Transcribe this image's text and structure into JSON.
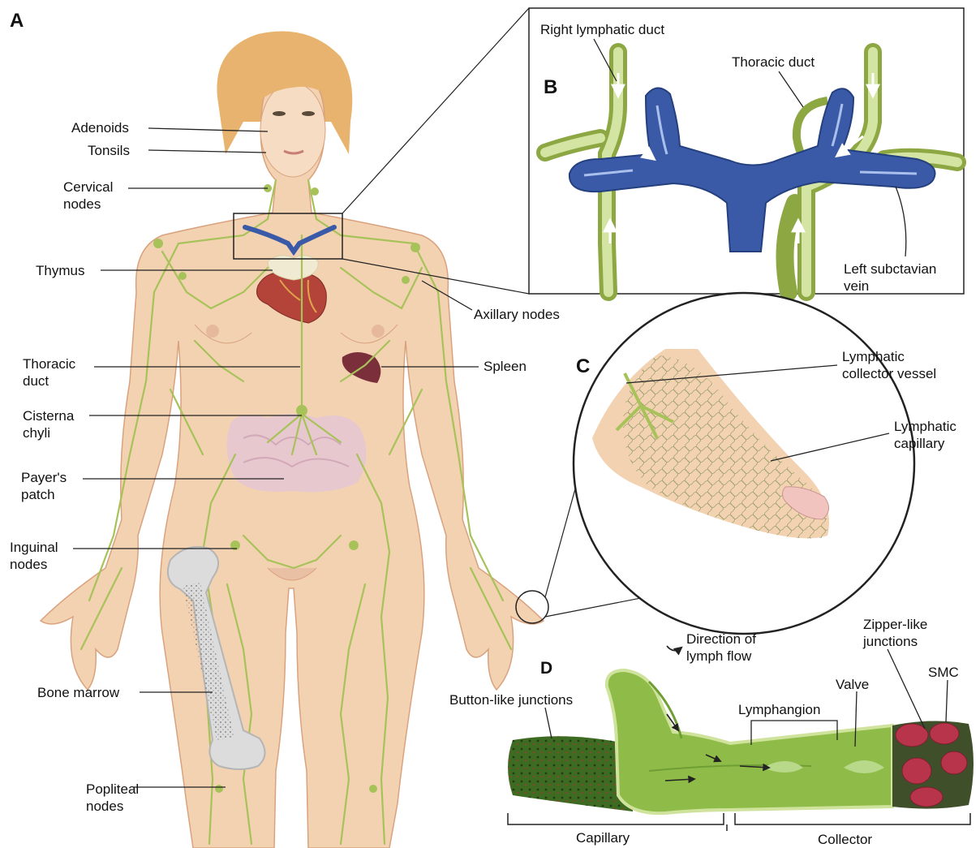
{
  "panels": {
    "a": "A",
    "b": "B",
    "c": "C",
    "d": "D"
  },
  "body_labels": {
    "adenoids": "Adenoids",
    "tonsils": "Tonsils",
    "cervical": [
      "Cervical",
      "nodes"
    ],
    "thymus": "Thymus",
    "axillary": "Axillary nodes",
    "thoracic": [
      "Thoracic",
      "duct"
    ],
    "spleen": "Spleen",
    "cisterna": [
      "Cisterna",
      "chyli"
    ],
    "payers": [
      "Payer's",
      "patch"
    ],
    "inguinal": [
      "Inguinal",
      "nodes"
    ],
    "bone_marrow": "Bone marrow",
    "popliteal": [
      "Popliteal",
      "nodes"
    ]
  },
  "b_labels": {
    "right_duct": "Right lymphatic duct",
    "thoracic_duct": "Thoracic duct",
    "subclavian": [
      "Left subctavian",
      "vein"
    ]
  },
  "c_labels": {
    "collector": [
      "Lymphatic",
      "collector vessel"
    ],
    "capillary": [
      "Lymphatic",
      "capillary"
    ]
  },
  "d_labels": {
    "direction": [
      "Direction of",
      "lymph flow"
    ],
    "zipper": [
      "Zipper-like",
      "junctions"
    ],
    "smc": "SMC",
    "valve": "Valve",
    "button": "Button-like junctions",
    "lymphangion": "Lymphangion",
    "capillary": "Capillary",
    "collector": "Collector"
  },
  "colors": {
    "skin": "#f3d2b2",
    "lymph": "#a8c25a",
    "vein": "#3a5aa8",
    "hair": "#e8b36e",
    "heart": "#b4433a",
    "spleen": "#7a2f3a",
    "intestine": "#e7c7d2",
    "collector_green": "#8fbc48",
    "smc_red": "#b8344a"
  }
}
